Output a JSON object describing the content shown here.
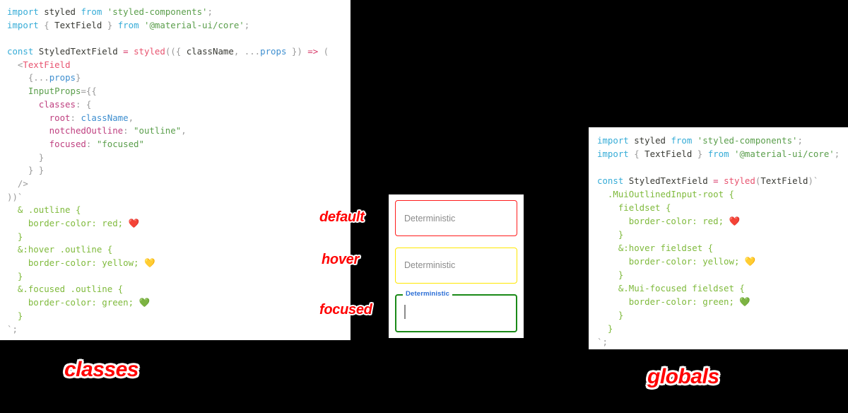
{
  "left_panel": {
    "name": "classes-code-panel",
    "caption": "classes",
    "lines": [
      [
        {
          "t": "key",
          "v": "import"
        },
        {
          "t": "plain",
          "v": " styled "
        },
        {
          "t": "key",
          "v": "from"
        },
        {
          "t": "plain",
          "v": " "
        },
        {
          "t": "str",
          "v": "'styled-components'"
        },
        {
          "t": "punc",
          "v": ";"
        }
      ],
      [
        {
          "t": "key",
          "v": "import"
        },
        {
          "t": "punc",
          "v": " { "
        },
        {
          "t": "plain",
          "v": "TextField"
        },
        {
          "t": "punc",
          "v": " } "
        },
        {
          "t": "key",
          "v": "from"
        },
        {
          "t": "plain",
          "v": " "
        },
        {
          "t": "str",
          "v": "'@material-ui/core'"
        },
        {
          "t": "punc",
          "v": ";"
        }
      ],
      [],
      [
        {
          "t": "key",
          "v": "const"
        },
        {
          "t": "plain",
          "v": " StyledTextField "
        },
        {
          "t": "op",
          "v": "="
        },
        {
          "t": "plain",
          "v": " "
        },
        {
          "t": "fn",
          "v": "styled"
        },
        {
          "t": "punc",
          "v": "(({ "
        },
        {
          "t": "plain",
          "v": "className"
        },
        {
          "t": "punc",
          "v": ", "
        },
        {
          "t": "punc",
          "v": "..."
        },
        {
          "t": "var",
          "v": "props"
        },
        {
          "t": "punc",
          "v": " }) "
        },
        {
          "t": "op",
          "v": "=>"
        },
        {
          "t": "punc",
          "v": " ("
        }
      ],
      [
        {
          "t": "punc",
          "v": "  <"
        },
        {
          "t": "tag",
          "v": "TextField"
        }
      ],
      [
        {
          "t": "punc",
          "v": "    {..."
        },
        {
          "t": "var",
          "v": "props"
        },
        {
          "t": "punc",
          "v": "}"
        }
      ],
      [
        {
          "t": "attr",
          "v": "    InputProps"
        },
        {
          "t": "punc",
          "v": "={{"
        }
      ],
      [
        {
          "t": "prop",
          "v": "      classes"
        },
        {
          "t": "punc",
          "v": ": {"
        }
      ],
      [
        {
          "t": "prop",
          "v": "        root"
        },
        {
          "t": "punc",
          "v": ": "
        },
        {
          "t": "var",
          "v": "className"
        },
        {
          "t": "punc",
          "v": ","
        }
      ],
      [
        {
          "t": "prop",
          "v": "        notchedOutline"
        },
        {
          "t": "punc",
          "v": ": "
        },
        {
          "t": "str",
          "v": "\"outline\""
        },
        {
          "t": "punc",
          "v": ","
        }
      ],
      [
        {
          "t": "prop",
          "v": "        focused"
        },
        {
          "t": "punc",
          "v": ": "
        },
        {
          "t": "str",
          "v": "\"focused\""
        }
      ],
      [
        {
          "t": "punc",
          "v": "      }"
        }
      ],
      [
        {
          "t": "punc",
          "v": "    } }"
        }
      ],
      [
        {
          "t": "punc",
          "v": "  />"
        }
      ],
      [
        {
          "t": "punc",
          "v": "))`"
        }
      ],
      [
        {
          "t": "css",
          "v": "  & .outline {"
        }
      ],
      [
        {
          "t": "css",
          "v": "    border-color: red; "
        },
        {
          "t": "emoji",
          "v": "❤️"
        }
      ],
      [
        {
          "t": "css",
          "v": "  }"
        }
      ],
      [
        {
          "t": "css",
          "v": "  &:hover .outline {"
        }
      ],
      [
        {
          "t": "css",
          "v": "    border-color: yellow; "
        },
        {
          "t": "emoji",
          "v": "💛"
        }
      ],
      [
        {
          "t": "css",
          "v": "  }"
        }
      ],
      [
        {
          "t": "css",
          "v": "  &.focused .outline {"
        }
      ],
      [
        {
          "t": "css",
          "v": "    border-color: green; "
        },
        {
          "t": "emoji",
          "v": "💚"
        }
      ],
      [
        {
          "t": "css",
          "v": "  }"
        }
      ],
      [
        {
          "t": "punc",
          "v": "`;"
        }
      ]
    ]
  },
  "right_panel": {
    "name": "globals-code-panel",
    "caption": "globals",
    "lines": [
      [
        {
          "t": "key",
          "v": "import"
        },
        {
          "t": "plain",
          "v": " styled "
        },
        {
          "t": "key",
          "v": "from"
        },
        {
          "t": "plain",
          "v": " "
        },
        {
          "t": "str",
          "v": "'styled-components'"
        },
        {
          "t": "punc",
          "v": ";"
        }
      ],
      [
        {
          "t": "key",
          "v": "import"
        },
        {
          "t": "punc",
          "v": " { "
        },
        {
          "t": "plain",
          "v": "TextField"
        },
        {
          "t": "punc",
          "v": " } "
        },
        {
          "t": "key",
          "v": "from"
        },
        {
          "t": "plain",
          "v": " "
        },
        {
          "t": "str",
          "v": "'@material-ui/core'"
        },
        {
          "t": "punc",
          "v": ";"
        }
      ],
      [],
      [
        {
          "t": "key",
          "v": "const"
        },
        {
          "t": "plain",
          "v": " StyledTextField "
        },
        {
          "t": "op",
          "v": "="
        },
        {
          "t": "plain",
          "v": " "
        },
        {
          "t": "fn",
          "v": "styled"
        },
        {
          "t": "punc",
          "v": "("
        },
        {
          "t": "plain",
          "v": "TextField"
        },
        {
          "t": "punc",
          "v": ")`"
        }
      ],
      [
        {
          "t": "css",
          "v": "  .MuiOutlinedInput-root {"
        }
      ],
      [
        {
          "t": "css",
          "v": "    fieldset {"
        }
      ],
      [
        {
          "t": "css",
          "v": "      border-color: red; "
        },
        {
          "t": "emoji",
          "v": "❤️"
        }
      ],
      [
        {
          "t": "css",
          "v": "    }"
        }
      ],
      [
        {
          "t": "css",
          "v": "    &:hover fieldset {"
        }
      ],
      [
        {
          "t": "css",
          "v": "      border-color: yellow; "
        },
        {
          "t": "emoji",
          "v": "💛"
        }
      ],
      [
        {
          "t": "css",
          "v": "    }"
        }
      ],
      [
        {
          "t": "css",
          "v": "    &.Mui-focused fieldset {"
        }
      ],
      [
        {
          "t": "css",
          "v": "      border-color: green; "
        },
        {
          "t": "emoji",
          "v": "💚"
        }
      ],
      [
        {
          "t": "css",
          "v": "    }"
        }
      ],
      [
        {
          "t": "css",
          "v": "  }"
        }
      ],
      [
        {
          "t": "punc",
          "v": "`;"
        }
      ]
    ]
  },
  "annotations": {
    "default": "default",
    "hover": "hover",
    "focused": "focused"
  },
  "preview": {
    "fields": [
      {
        "state": "default",
        "value": "Deterministic",
        "label": "",
        "border_color": "#ff1d1d"
      },
      {
        "state": "hover",
        "value": "Deterministic",
        "label": "",
        "border_color": "#ffe700"
      },
      {
        "state": "focused",
        "value": "",
        "label": "Deterministic",
        "border_color": "#1a8a18",
        "label_color": "#2c6fd6"
      }
    ]
  },
  "colors": {
    "background": "#000000",
    "panel": "#ffffff",
    "red": "#ff1d1d",
    "yellow": "#ffe700",
    "green": "#1a8a18",
    "label_blue": "#2c6fd6",
    "annotation_red": "#ff0000"
  }
}
